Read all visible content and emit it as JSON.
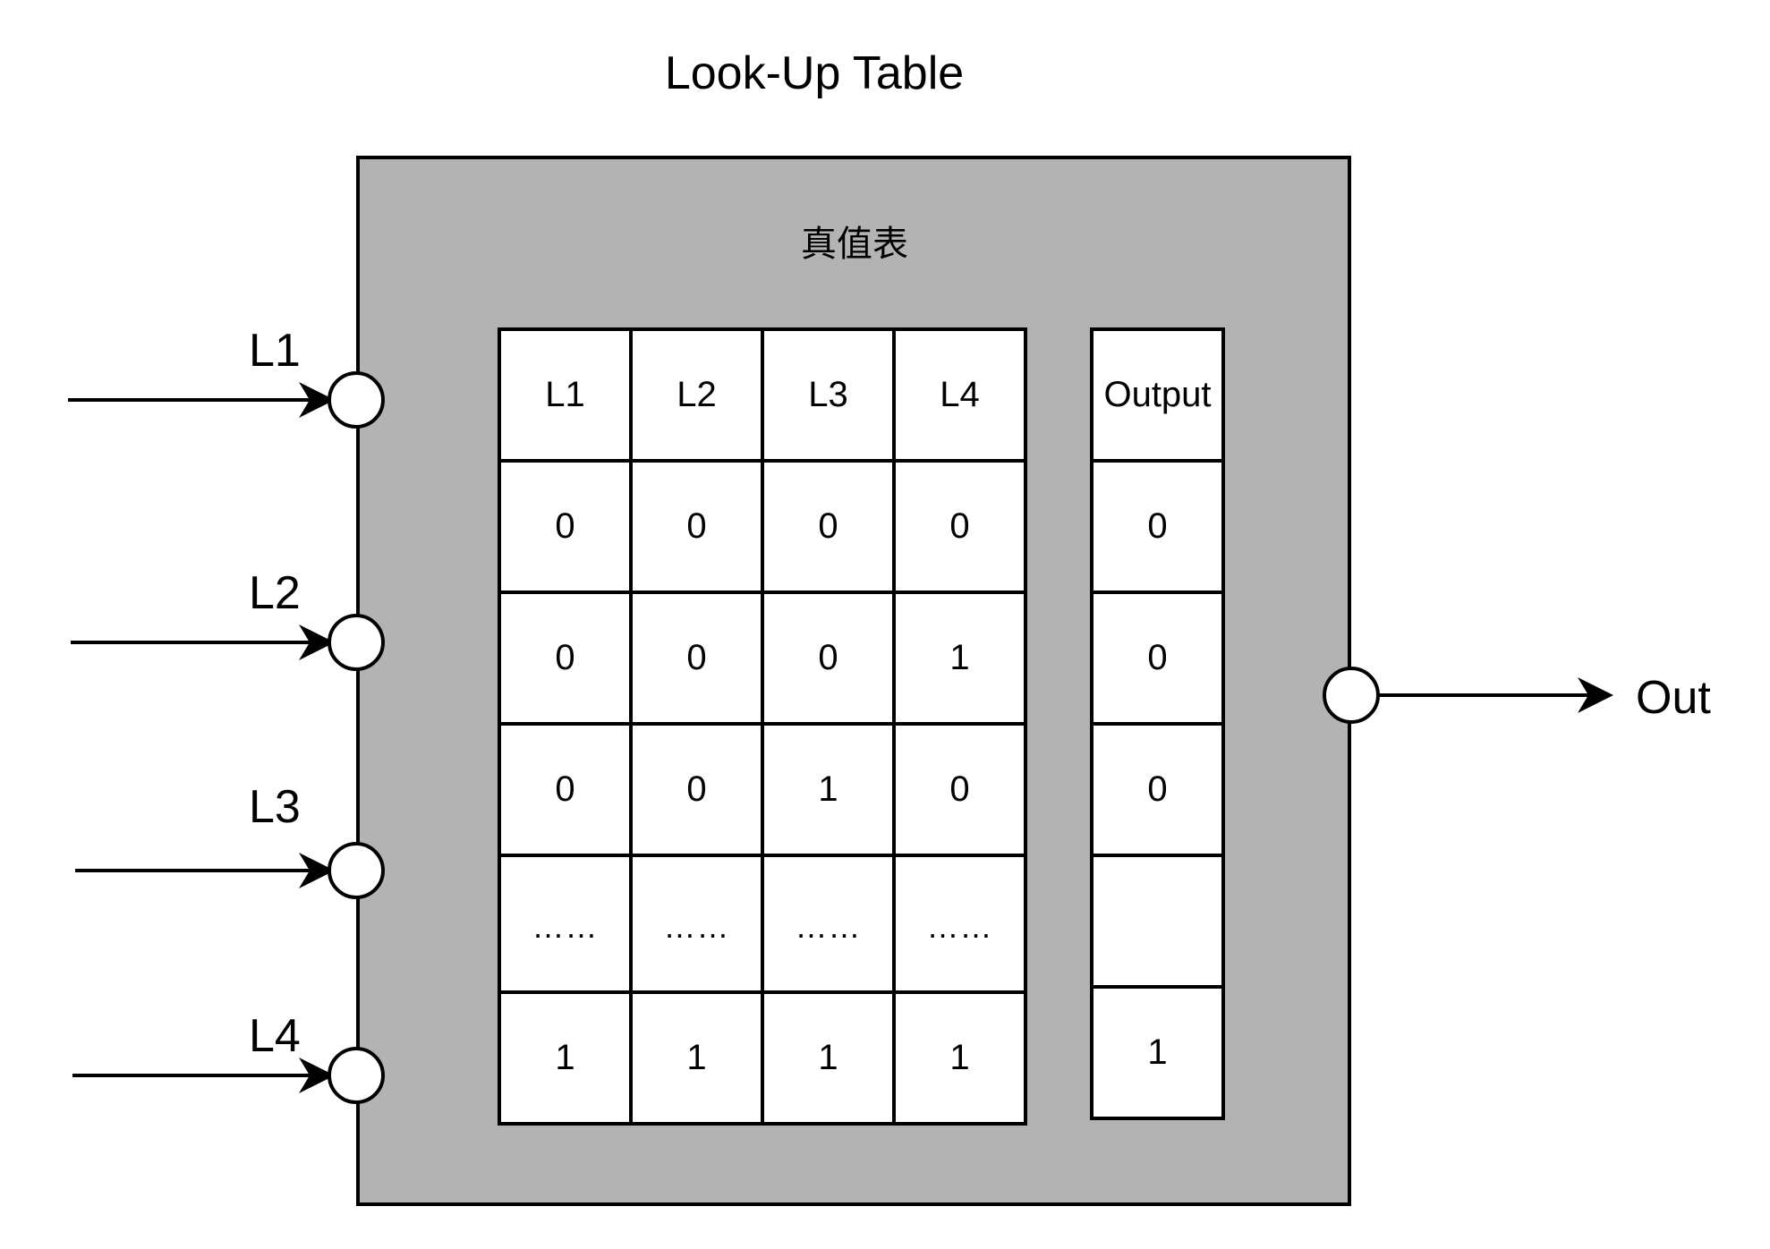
{
  "title": "Look-Up Table",
  "lut": {
    "subtitle": "真值表",
    "input_headers": [
      "L1",
      "L2",
      "L3",
      "L4"
    ],
    "output_header": "Output",
    "rows": [
      {
        "inputs": [
          "0",
          "0",
          "0",
          "0"
        ],
        "output": "0"
      },
      {
        "inputs": [
          "0",
          "0",
          "0",
          "1"
        ],
        "output": "0"
      },
      {
        "inputs": [
          "0",
          "0",
          "1",
          "0"
        ],
        "output": "0"
      },
      {
        "inputs": [
          "……",
          "……",
          "……",
          "……"
        ],
        "output": ""
      },
      {
        "inputs": [
          "1",
          "1",
          "1",
          "1"
        ],
        "output": "1"
      }
    ]
  },
  "ports": {
    "inputs": [
      "L1",
      "L2",
      "L3",
      "L4"
    ],
    "output": "Out"
  },
  "colors": {
    "box_fill": "#b3b3b3",
    "stroke": "#000000",
    "cell_fill": "#ffffff"
  }
}
